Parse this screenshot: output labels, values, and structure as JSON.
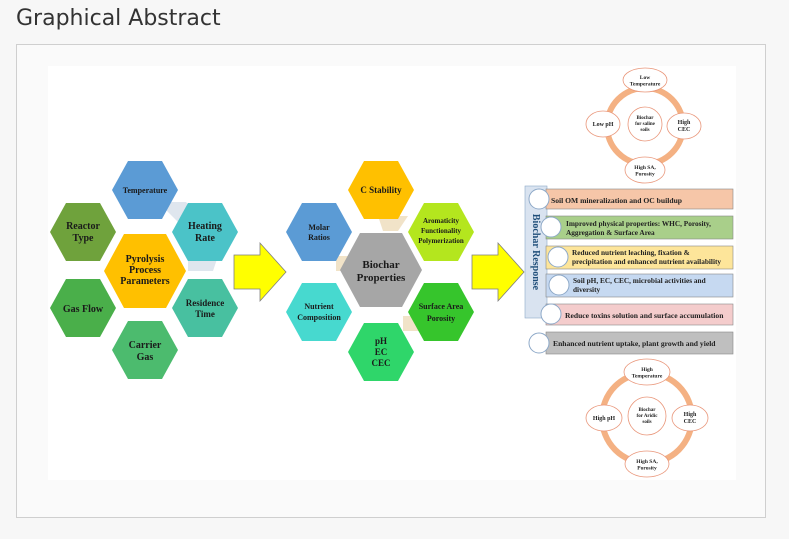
{
  "page": {
    "title": "Graphical Abstract"
  },
  "pyrolysis": {
    "center": "Pyrolysis Process Parameters",
    "items": [
      "Temperature",
      "Heating Rate",
      "Residence Time",
      "Carrier Gas",
      "Gas Flow",
      "Reactor Type"
    ]
  },
  "biochar": {
    "center": "Biochar Properties",
    "items": [
      "C Stability",
      "Aromaticity Functionality Polymerization",
      "Surface Area Porosity",
      "pH EC CEC",
      "Nutrient Composition",
      "Molar Ratios"
    ]
  },
  "response": {
    "label": "Biochar Response",
    "items": [
      "Soil OM mineralization and OC buildup",
      "Improved physical properties: WHC, Porosity, Aggregation & Surface Area",
      "Reduced nutrient leaching, fixation & precipitation and enhanced nutrient availability",
      "Soil pH, EC, CEC, microbial activities and diversity",
      "Reduce toxins solution and surface accumulation",
      "Enhanced nutrient uptake, plant growth and yield"
    ],
    "colors": [
      "#f6c6a8",
      "#a9cf8a",
      "#fde59a",
      "#c6d9f1",
      "#f4cccc",
      "#bfbfbf"
    ]
  },
  "saline_cycle": {
    "center": "Biochar for saline soils",
    "top": "Low Temperature",
    "left": "Low pH",
    "right": "High CEC",
    "bottom": "High SA, Porosity"
  },
  "acidic_cycle": {
    "center": "Biochar for Aridic soils",
    "top": "High Temperature",
    "left": "High pH",
    "right": "High CEC",
    "bottom": "High SA, Porosity"
  },
  "colors": {
    "temperature": "#5b9bd5",
    "heating_rate": "#4bc3c8",
    "residence_time": "#48c0a0",
    "carrier_gas": "#4cbb6e",
    "gas_flow": "#4aaf4a",
    "reactor_type": "#6fa23c",
    "pyrolysis_center": "#ffc000",
    "biochar_center": "#a6a6a6",
    "c_stability": "#ffc000",
    "aromaticity": "#b4e61e",
    "surface_area": "#36c52c",
    "ph": "#2fd66a",
    "nutrient": "#47d9cf",
    "molar": "#5b9bd5",
    "arrow": "#ffff00",
    "cycle_ring": "#f4b183"
  }
}
